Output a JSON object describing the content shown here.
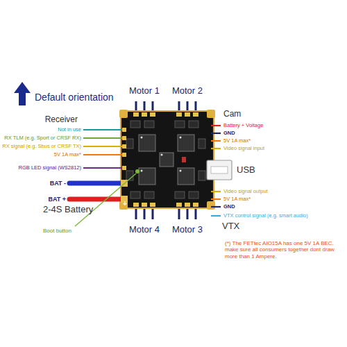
{
  "diagram": {
    "labels": [
      "Default orientation",
      "Motor 1",
      "Motor 2",
      "Receiver",
      "Not in use",
      "RX TLM (e.g. Sport or CRSF RX)",
      "RX signal (e.g. Sbus or CRSF TX)",
      "5V 1A max*",
      "RGB LED signal (WS2812)",
      "BAT -",
      "BAT +",
      "2-4S Battery",
      "Boot button",
      "Cam",
      "Battery + Voltage",
      "GND",
      "5V 1A max*",
      "Video signal input",
      "USB",
      "Video signal output",
      "5V 1A max*",
      "GND",
      "VTX",
      "VTX control signal (e.g. smart audio)",
      "Motor 4",
      "Motor 3",
      "+",
      "(*) The FETtec AIO15A has one 5V 1A BEC. make sure all consumers together dont draw more than 1 Ampere."
    ]
  }
}
